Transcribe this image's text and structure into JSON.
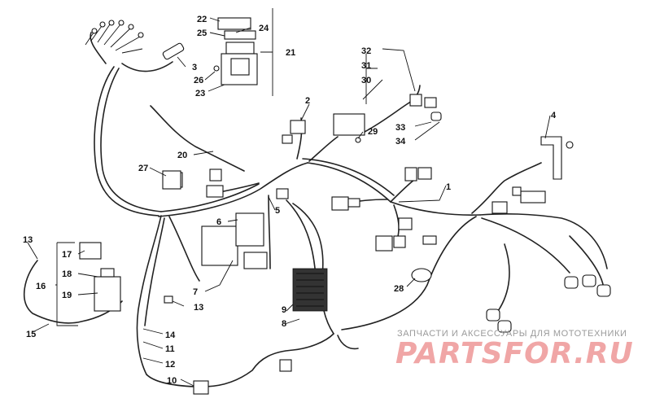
{
  "callouts": [
    "1",
    "2",
    "3",
    "4",
    "5",
    "6",
    "7",
    "8",
    "9",
    "10",
    "11",
    "12",
    "13",
    "13",
    "14",
    "15",
    "16",
    "17",
    "18",
    "19",
    "20",
    "21",
    "22",
    "23",
    "24",
    "25",
    "26",
    "27",
    "28",
    "29",
    "30",
    "31",
    "32",
    "33",
    "34"
  ],
  "watermark": {
    "subtitle": "ЗАПЧАСТИ И АКСЕССУАРЫ ДЛЯ МОТОТЕХНИКИ",
    "logo": "PARTSFOR.RU"
  }
}
